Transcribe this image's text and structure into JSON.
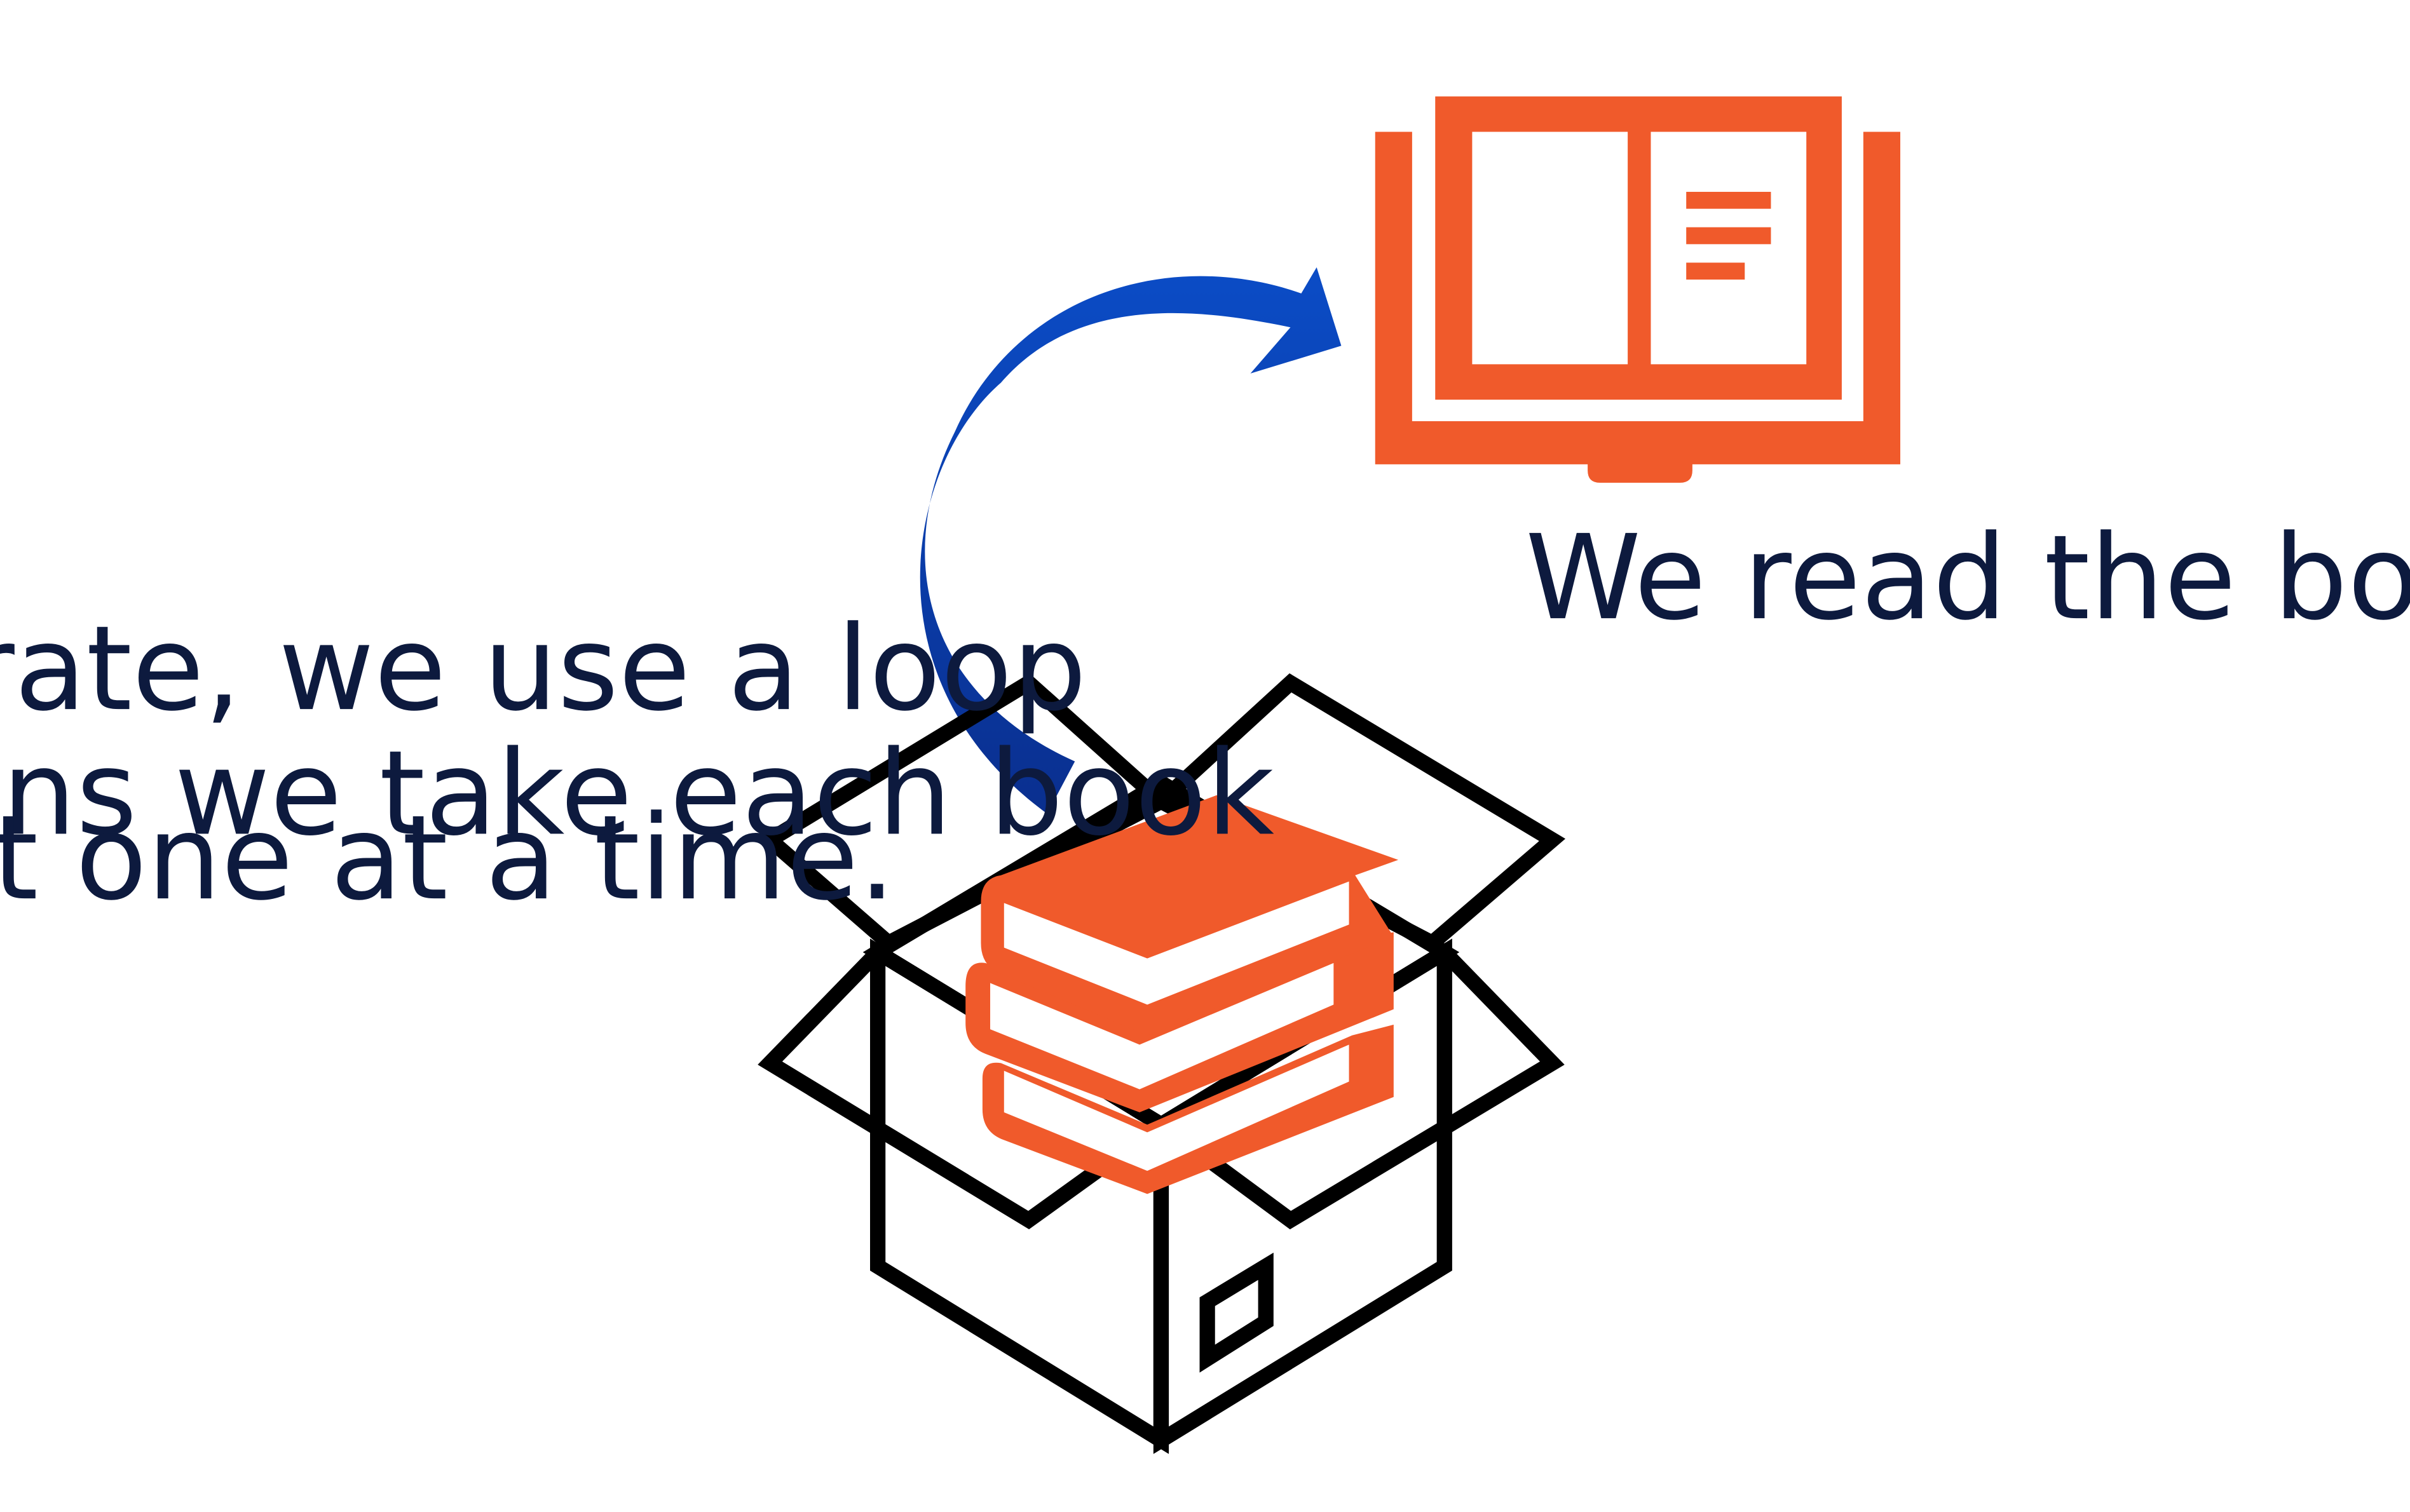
{
  "captions": {
    "loop_line1": "To iterate, we use a loop",
    "loop_line2": "This means we take each book",
    "loop_line3": "out one at a time.",
    "read_book": "We read the book"
  },
  "colors": {
    "book_orange": "#f05a2b",
    "arrow_blue": "#0d47b8",
    "arrow_blue_light": "#0b4cc6",
    "arrow_blue_dark": "#0a2f8f",
    "box_outline": "#000000",
    "text": "#0d1a3e",
    "background": "#ffffff"
  },
  "icons": {
    "open_book": "open-book-icon",
    "arrow": "curved-arrow-icon",
    "box": "open-box-icon",
    "book_stack": "book-stack-icon"
  }
}
